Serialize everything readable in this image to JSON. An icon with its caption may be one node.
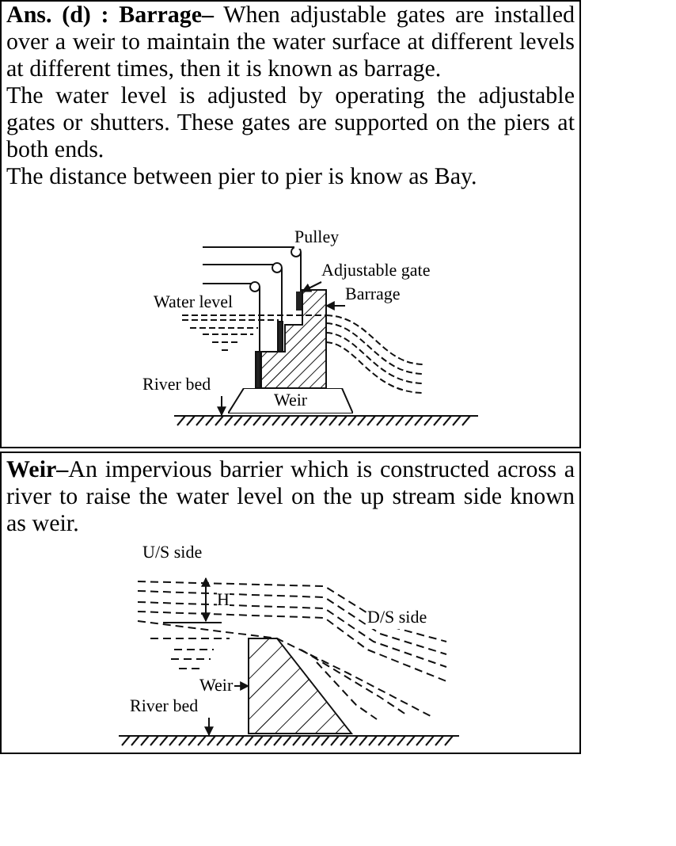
{
  "diagram": {
    "nodes": [
      {
        "text": [
          "Adjustable gate"
        ]
      },
      {
        "text": [],
        "shape": "bar"
      },
      {
        "text": [
          "Barrage"
        ]
      },
      {
        "text": [],
        "shape": "box"
      },
      {
        "text": [
          "River bed"
        ]
      },
      {
        "text": [
          "Weir"
        ]
      },
      {
        "text": [
          "Weir"
        ]
      },
      {
        "text": [],
        "shape": "box"
      },
      {
        "text": [
          "River bed"
        ]
      },
      {
        "text": [],
        "shape": "line"
      },
      {
        "text": [],
        "shape": "line"
      }
    ],
    "edges": [
      {
        "from": 0,
        "to": 1,
        "arrow": "to"
      },
      {
        "from": 2,
        "to": 3,
        "arrow": "to"
      },
      {
        "from": 4,
        "to": 9,
        "arrow": "to"
      },
      {
        "from": 6,
        "to": 7,
        "arrow": "to"
      },
      {
        "from": 8,
        "to": 10,
        "arrow": "to"
      }
    ],
    "labels": [
      "**Ans. (d) : Barrage–** When adjustable gates are installed over a weir to maintain the water surface at different levels at different times, then it is known as barrage.",
      "The water level is adjusted by operating the adjustable gates or shutters. These gates are supported on the piers at both ends.",
      "The distance between pier to pier is know as Bay.",
      "Pulley",
      "Water level",
      "**Weir–**An impervious barrier which is constructed across a river to raise the water level on the up stream side known as weir.",
      "U/S side",
      "H",
      "D/S side"
    ]
  }
}
